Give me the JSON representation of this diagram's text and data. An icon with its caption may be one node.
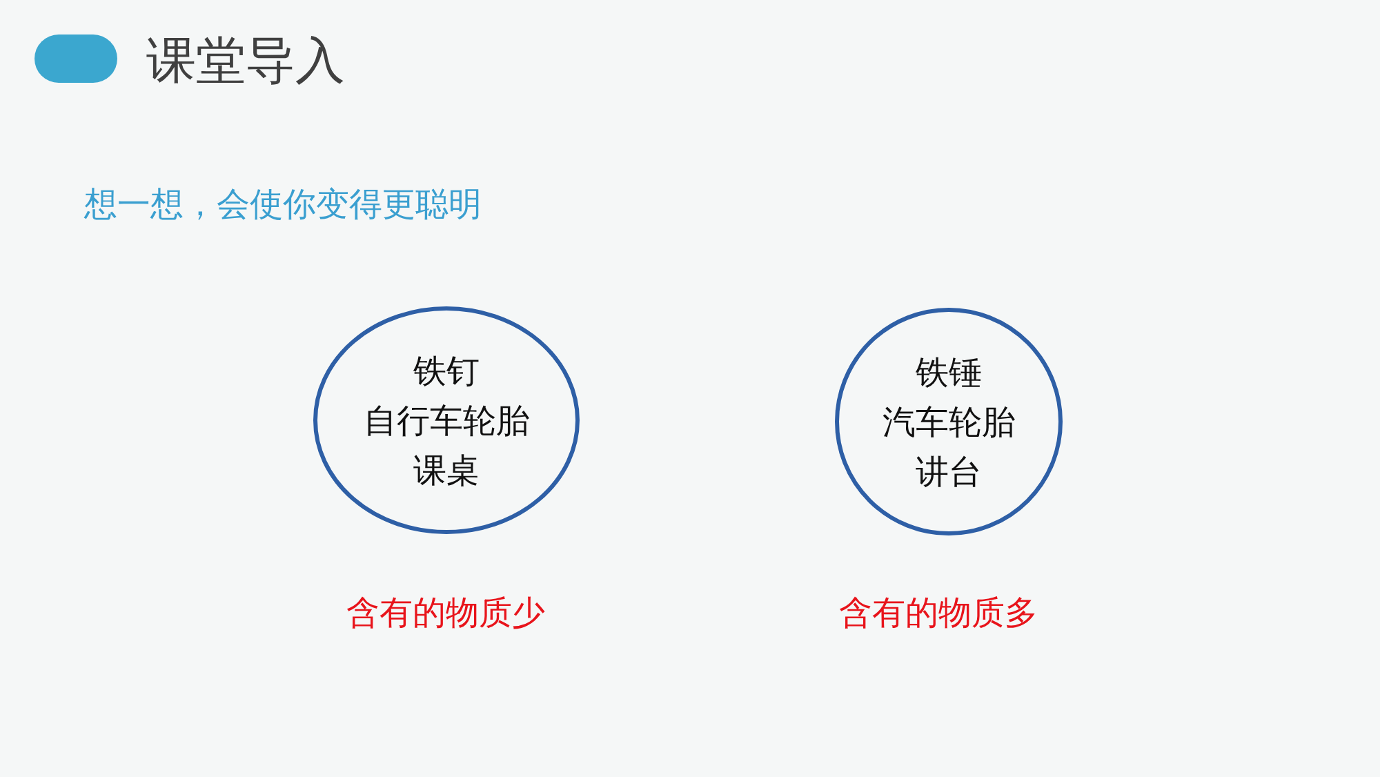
{
  "diagram": {
    "title": "课堂导入",
    "nodes": [
      {
        "text": [
          "铁钉",
          "自行车轮胎",
          "课桌"
        ],
        "beside": [
          "含有的物质少"
        ]
      },
      {
        "text": [
          "铁锤",
          "汽车轮胎",
          "讲台"
        ],
        "beside": [
          "含有的物质多"
        ]
      }
    ],
    "labels": [
      "想一想，会使你变得更聪明"
    ]
  }
}
